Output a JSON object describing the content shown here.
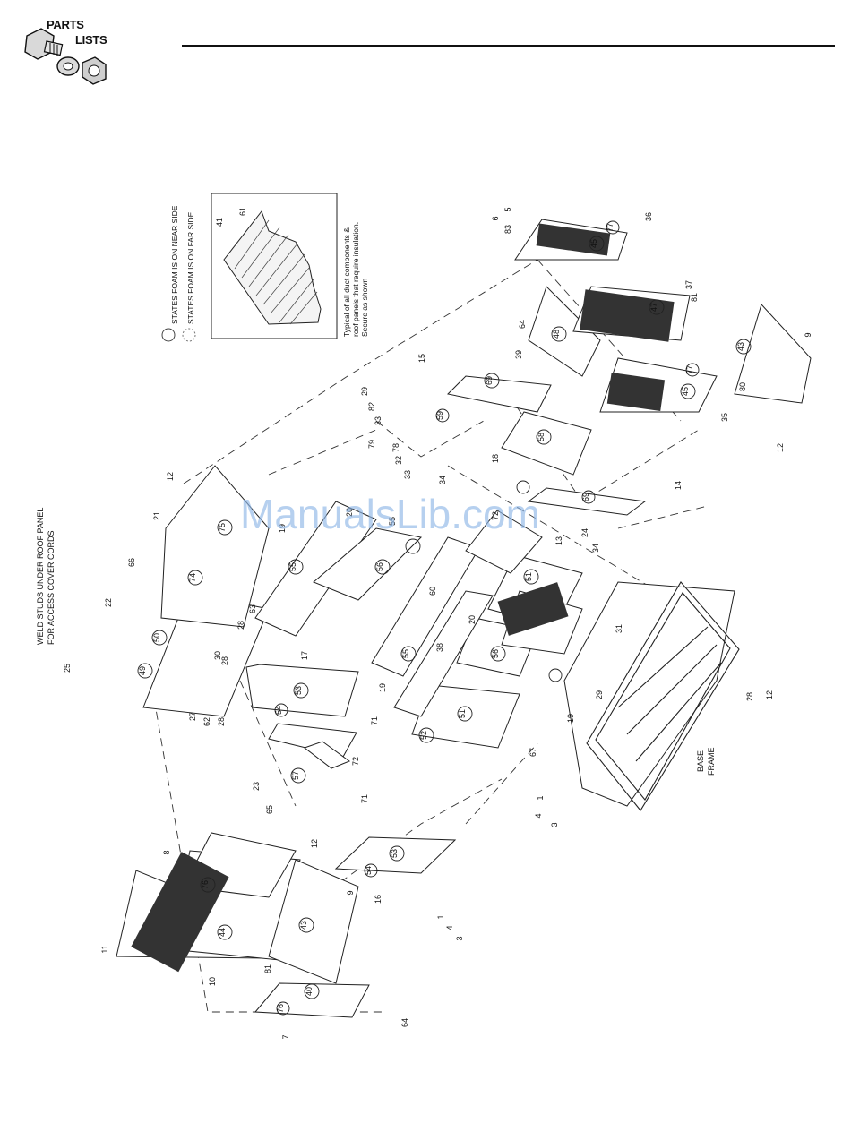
{
  "header": {
    "logo_line1": "PARTS",
    "logo_line2": "LISTS"
  },
  "legend": {
    "near_side": "STATES FOAM IS ON NEAR SIDE",
    "far_side": "STATES FOAM IS ON FAR SIDE"
  },
  "inset_note": {
    "line1": "Typical of all duct components &",
    "line2": "roof panels that require insulation.",
    "line3": "Secure as shown"
  },
  "weld_note": {
    "line1": "WELD STUDS UNDER ROOF PANEL",
    "line2": "FOR ACCESS COVER CORDS"
  },
  "base_frame": {
    "line1": "BASE",
    "line2": "FRAME"
  },
  "watermark": "ManualsLib.com",
  "labels": [
    "5",
    "6",
    "83",
    "36",
    "45",
    "77",
    "37",
    "47",
    "81",
    "43",
    "9",
    "64",
    "48",
    "39",
    "15",
    "69",
    "59",
    "29",
    "82",
    "33",
    "79",
    "78",
    "32",
    "33",
    "58",
    "18",
    "35",
    "12",
    "80",
    "77",
    "45",
    "12",
    "21",
    "75",
    "74",
    "66",
    "63",
    "28",
    "22",
    "50",
    "49",
    "25",
    "30",
    "28",
    "27",
    "62",
    "28",
    "19",
    "55",
    "56",
    "55",
    "20",
    "72",
    "34",
    "69",
    "14",
    "24",
    "34",
    "51",
    "13",
    "60",
    "20",
    "56",
    "55",
    "31",
    "29",
    "28",
    "12",
    "17",
    "53",
    "54",
    "19",
    "71",
    "38",
    "51",
    "52",
    "67",
    "19",
    "72",
    "23",
    "57",
    "65",
    "12",
    "71",
    "53",
    "54",
    "16",
    "1",
    "4",
    "3",
    "1",
    "4",
    "3",
    "8",
    "76",
    "44",
    "10",
    "43",
    "9",
    "81",
    "11",
    "40",
    "76",
    "7",
    "64",
    "41",
    "61"
  ]
}
